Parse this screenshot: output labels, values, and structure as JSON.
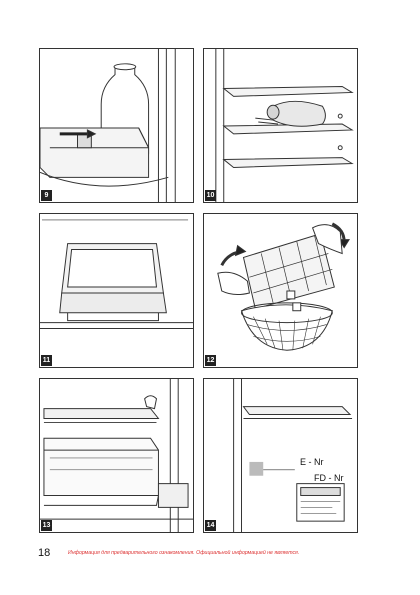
{
  "figures": [
    {
      "number": "9",
      "illustration": "milk-bottle-in-door-shelf"
    },
    {
      "number": "10",
      "illustration": "wine-bottle-on-shelf"
    },
    {
      "number": "11",
      "illustration": "storage-tray"
    },
    {
      "number": "12",
      "illustration": "ice-cube-tray-bowl"
    },
    {
      "number": "13",
      "illustration": "shelf-and-drawer"
    },
    {
      "number": "14",
      "illustration": "rating-plate"
    }
  ],
  "rating_plate": {
    "e_nr": "E - Nr",
    "fd_nr": "FD - Nr"
  },
  "footer": {
    "page_number": "18",
    "disclaimer": "Информация для предварительного ознакомления. Официальной информацией не является."
  }
}
